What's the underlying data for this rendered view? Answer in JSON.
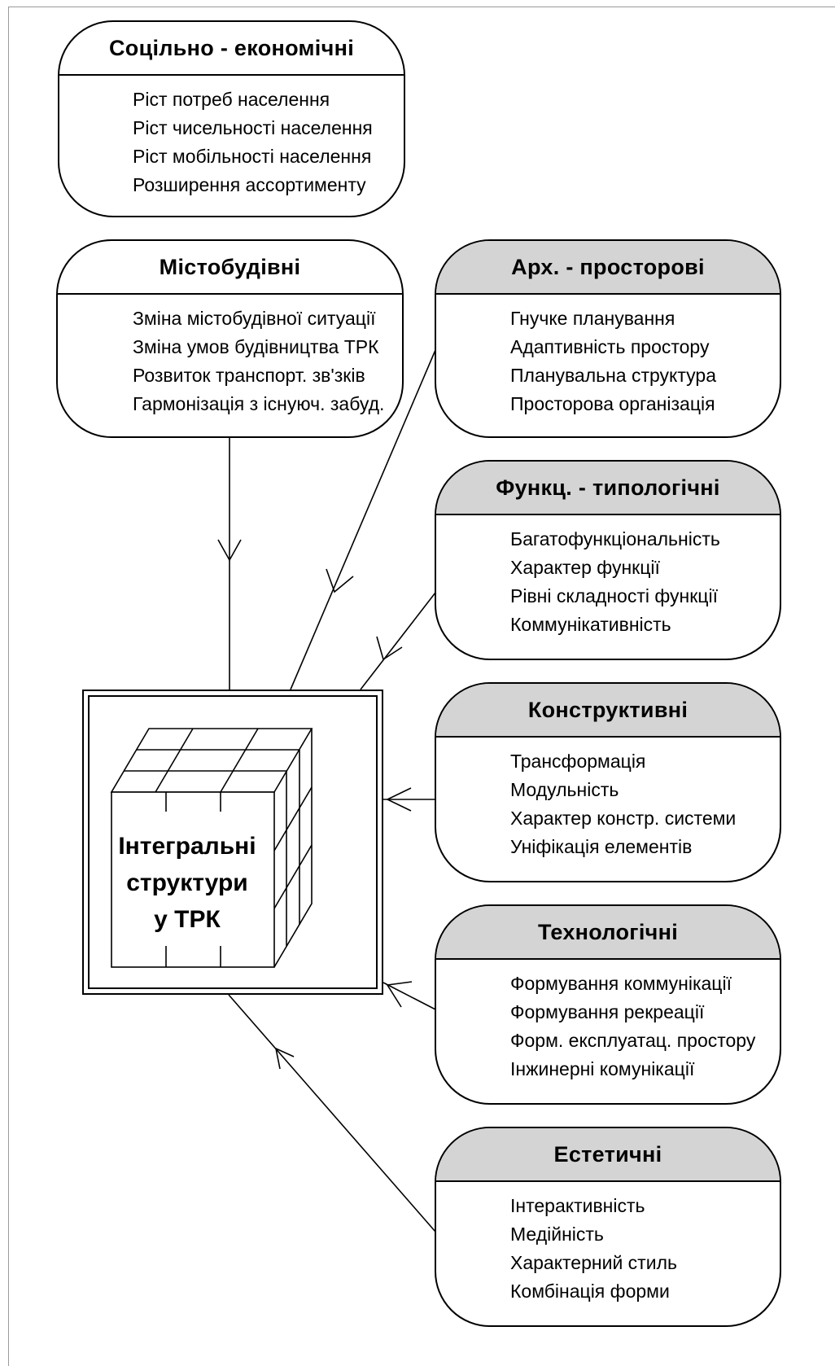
{
  "cards": [
    {
      "title": "Соцільно - економічні",
      "items": [
        "Ріст потреб населення",
        "Ріст чисельності населення",
        "Ріст мобільності населення",
        "Розширення ассортименту"
      ]
    },
    {
      "title": "Містобудівні",
      "items": [
        "Зміна містобудівної ситуації",
        "Зміна умов будівництва ТРК",
        "Розвиток транспорт. зв'зків",
        "Гармонізація з існуюч. забуд."
      ]
    },
    {
      "title": "Арх. - просторові",
      "items": [
        "Гнучке планування",
        "Адаптивність простору",
        "Планувальна структура",
        "Просторова організація"
      ]
    },
    {
      "title": "Функц. - типологічні",
      "items": [
        "Багатофункціональність",
        "Характер функції",
        "Рівні складності функції",
        "Коммунікативність"
      ]
    },
    {
      "title": "Конструктивні",
      "items": [
        "Трансформація",
        "Модульність",
        "Характер констр. системи",
        "Уніфікація елементів"
      ]
    },
    {
      "title": "Технологічні",
      "items": [
        "Формування коммунікації",
        "Формування рекреації",
        "Форм. експлуатац. простору",
        "Інжинерні комунікації"
      ]
    },
    {
      "title": "Естетичні",
      "items": [
        "Інтерактивність",
        "Медійність",
        "Характерний стиль",
        "Комбінація форми"
      ]
    }
  ],
  "center": {
    "title_lines": [
      "Інтегральні",
      "структури",
      "у ТРК"
    ]
  },
  "colors": {
    "header_fill": "#d4d4d4",
    "line": "#000000"
  }
}
